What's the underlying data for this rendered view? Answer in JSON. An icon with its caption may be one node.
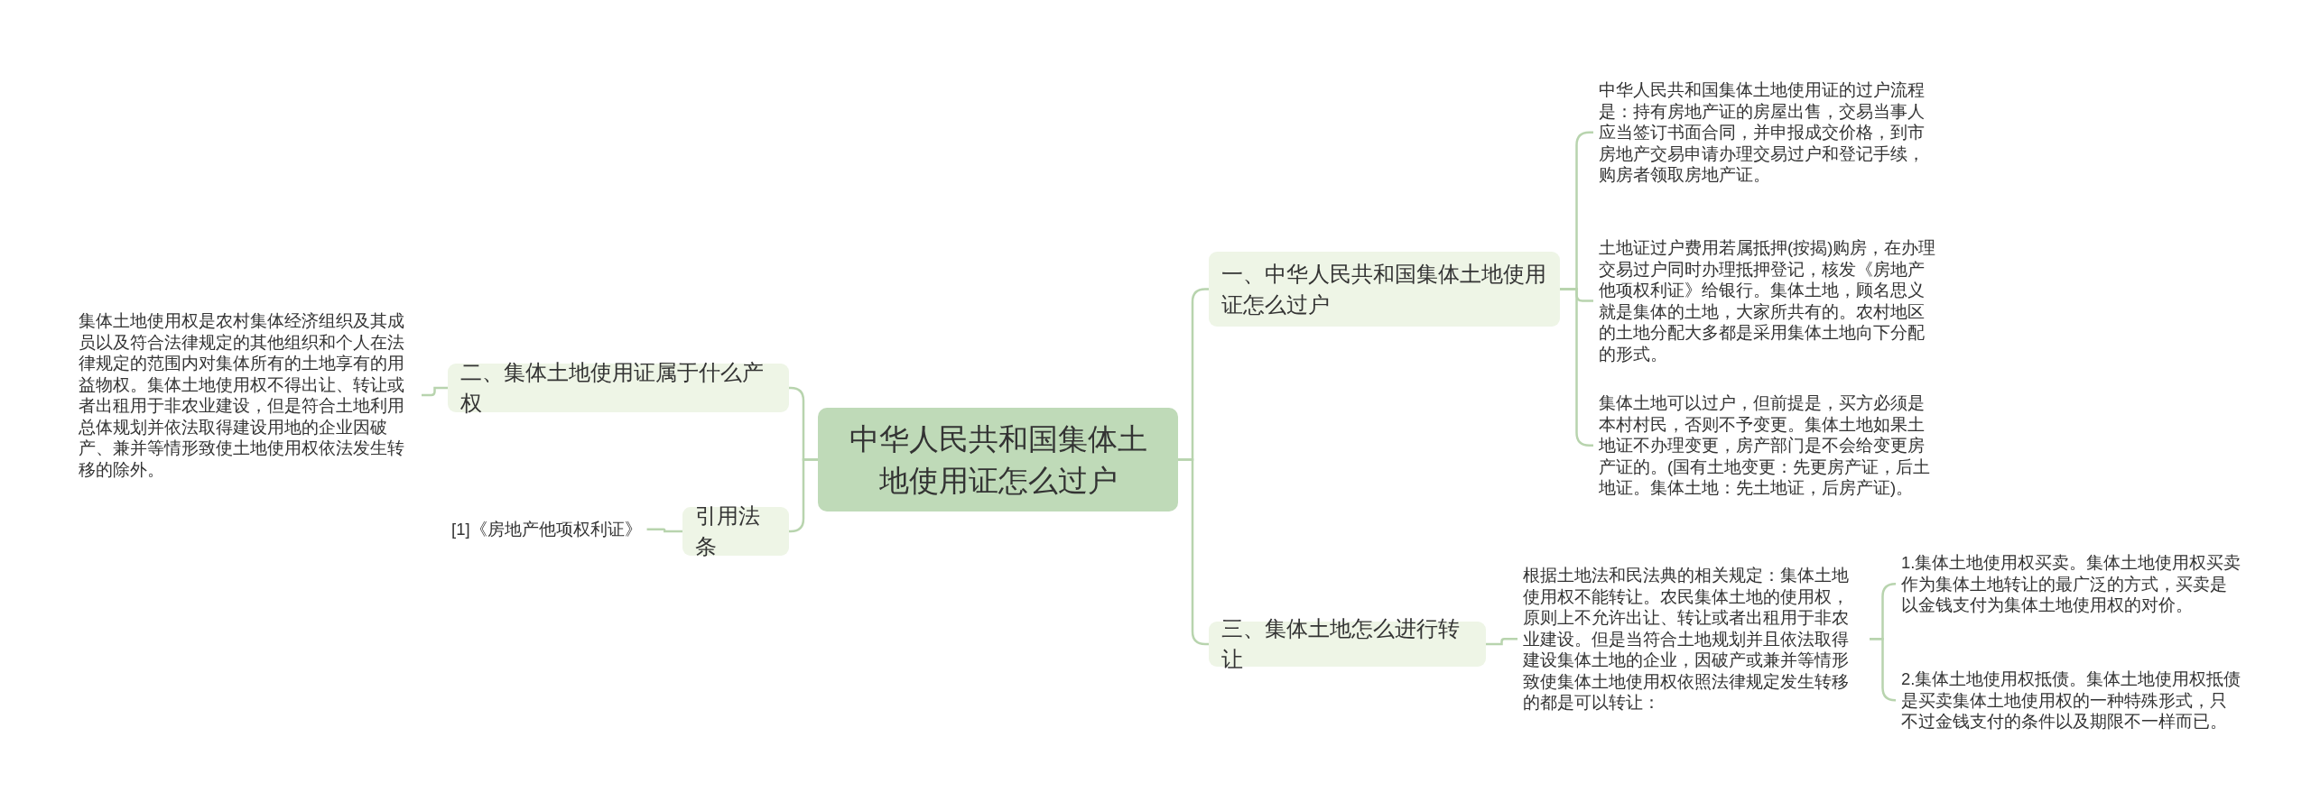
{
  "diagram": {
    "nodes": [
      {
        "text": [
          "中华人民共和国集体土地使用证怎么过户"
        ]
      },
      {
        "text": [
          "一、中华人民共和国集体土地使用证怎么过户"
        ]
      },
      {
        "text": [
          "中华人民共和国集体土地使用证的过户流程是：持有房地产证的房屋出售，交易当事人应当签订书面合同，并申报成交价格，到市房地产交易申请办理交易过户和登记手续，购房者领取房地产证。"
        ]
      },
      {
        "text": [
          "土地证过户费用若属抵押(按揭)购房，在办理交易过户同时办理抵押登记，核发《房地产他项权利证》给银行。集体土地，顾名思义就是集体的土地，大家所共有的。农村地区的土地分配大多都是采用集体土地向下分配的形式。"
        ]
      },
      {
        "text": [
          "集体土地可以过户，但前提是，买方必须是本村村民，否则不予变更。集体土地如果土地证不办理变更，房产部门是不会给变更房产证的。(国有土地变更：先更房产证，后土地证。集体土地：先土地证，后房产证)。"
        ]
      },
      {
        "text": [
          "三、集体土地怎么进行转让"
        ]
      },
      {
        "text": [
          "根据土地法和民法典的相关规定：集体土地使用权不能转让。农民集体土地的使用权，原则上不允许出让、转让或者出租用于非农业建设。但是当符合土地规划并且依法取得建设集体土地的企业，因破产或兼并等情形致使集体土地使用权依照法律规定发生转移的都是可以转让："
        ]
      },
      {
        "text": [
          "1.集体土地使用权买卖。集体土地使用权买卖作为集体土地转让的最广泛的方式，买卖是以金钱支付为集体土地使用权的对价。"
        ]
      },
      {
        "text": [
          "2.集体土地使用权抵债。集体土地使用权抵债是买卖集体土地使用权的一种特殊形式，只不过金钱支付的条件以及期限不一样而已。"
        ]
      },
      {
        "text": [
          "二、集体土地使用证属于什么产权"
        ]
      },
      {
        "text": [
          "集体土地使用权是农村集体经济组织及其成员以及符合法律规定的其他组织和个人在法律规定的范围内对集体所有的土地享有的用益物权。集体土地使用权不得出让、转让或者出租用于非农业建设，但是符合土地利用总体规划并依法取得建设用地的企业因破产、兼并等情形致使土地使用权依法发生转移的除外。"
        ]
      },
      {
        "text": [
          "引用法条"
        ]
      },
      {
        "text": [
          "[1]《房地产他项权利证》"
        ]
      }
    ],
    "edges": [
      {
        "from": 0,
        "to": 1,
        "arrow": "none"
      },
      {
        "from": 1,
        "to": 2,
        "arrow": "none"
      },
      {
        "from": 1,
        "to": 3,
        "arrow": "none"
      },
      {
        "from": 1,
        "to": 4,
        "arrow": "none"
      },
      {
        "from": 0,
        "to": 5,
        "arrow": "none"
      },
      {
        "from": 5,
        "to": 6,
        "arrow": "none"
      },
      {
        "from": 6,
        "to": 7,
        "arrow": "none"
      },
      {
        "from": 6,
        "to": 8,
        "arrow": "none"
      },
      {
        "from": 0,
        "to": 9,
        "arrow": "none"
      },
      {
        "from": 9,
        "to": 10,
        "arrow": "none"
      },
      {
        "from": 0,
        "to": 11,
        "arrow": "none"
      },
      {
        "from": 11,
        "to": 12,
        "arrow": "none"
      }
    ]
  }
}
